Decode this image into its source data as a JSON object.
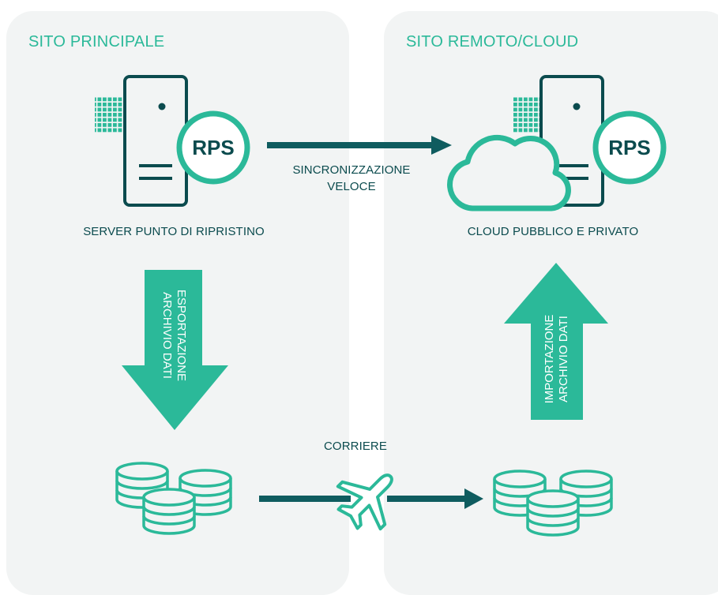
{
  "sites": {
    "primary": {
      "title": "SITO PRINCIPALE"
    },
    "remote": {
      "title": "SITO REMOTO/CLOUD"
    }
  },
  "nodes": {
    "recovery_server": {
      "badge": "RPS",
      "label": "SERVER PUNTO DI RIPRISTINO"
    },
    "cloud_server": {
      "badge": "RPS",
      "label": "CLOUD PUBBLICO E PRIVATO"
    }
  },
  "flows": {
    "sync": {
      "line1": "SINCRONIZZAZIONE",
      "line2": "VELOCE"
    },
    "export": {
      "line1": "ESPORTAZIONE",
      "line2": "ARCHIVIO DATI"
    },
    "import": {
      "line1": "IMPORTAZIONE",
      "line2": "ARCHIVIO DATI"
    },
    "courier": {
      "label": "CORRIERE"
    }
  },
  "colors": {
    "panel_bg": "#f2f4f4",
    "accent_green": "#2bb999",
    "dark_teal": "#0b4b4e",
    "arrow_teal": "#0f5c5f"
  },
  "icons": [
    "server-icon",
    "grid-icon",
    "cloud-icon",
    "database-icon",
    "airplane-icon"
  ]
}
